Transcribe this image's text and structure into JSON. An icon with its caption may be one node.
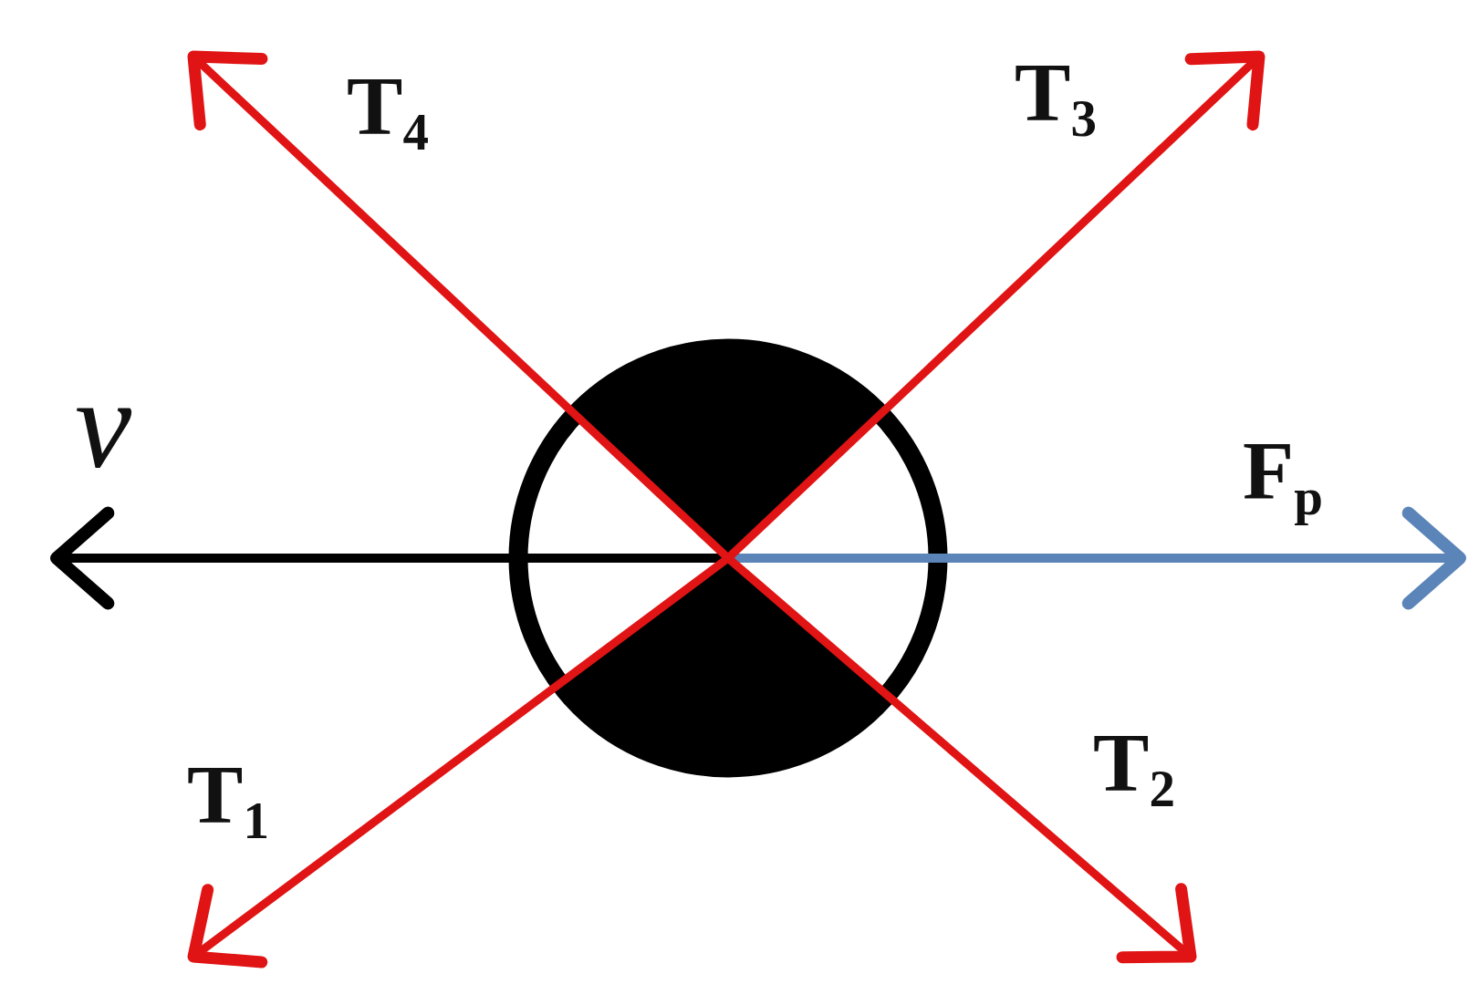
{
  "diagram": {
    "nodes": [
      {
        "text": [],
        "shape": "circle"
      }
    ],
    "labels": [
      "T$_{4}$",
      "T$_{3}$",
      "v",
      "F$_{p}$",
      "T$_{1}$",
      "T$_{2}$"
    ]
  }
}
